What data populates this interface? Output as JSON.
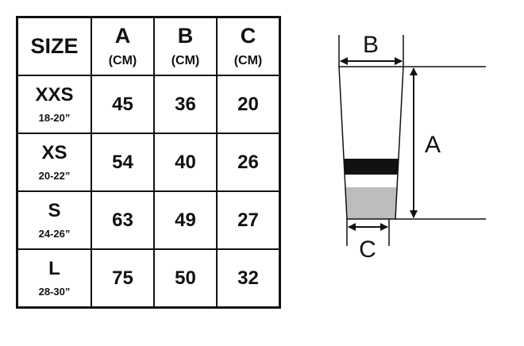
{
  "table": {
    "header": {
      "size_label": "SIZE",
      "columns": [
        {
          "letter": "A",
          "unit": "(CM)"
        },
        {
          "letter": "B",
          "unit": "(CM)"
        },
        {
          "letter": "C",
          "unit": "(CM)"
        }
      ]
    },
    "rows": [
      {
        "size": "XXS",
        "range": "18-20”",
        "a": "45",
        "b": "36",
        "c": "20"
      },
      {
        "size": "XS",
        "range": "20-22”",
        "a": "54",
        "b": "40",
        "c": "26"
      },
      {
        "size": "S",
        "range": "24-26”",
        "a": "63",
        "b": "49",
        "c": "27"
      },
      {
        "size": "L",
        "range": "28-30”",
        "a": "75",
        "b": "50",
        "c": "32"
      }
    ]
  },
  "diagram": {
    "label_a": "A",
    "label_b": "B",
    "label_c": "C",
    "colors": {
      "outline": "#111111",
      "stripe": "#111111",
      "cuff": "#bdbdbd",
      "body": "#ffffff"
    }
  }
}
